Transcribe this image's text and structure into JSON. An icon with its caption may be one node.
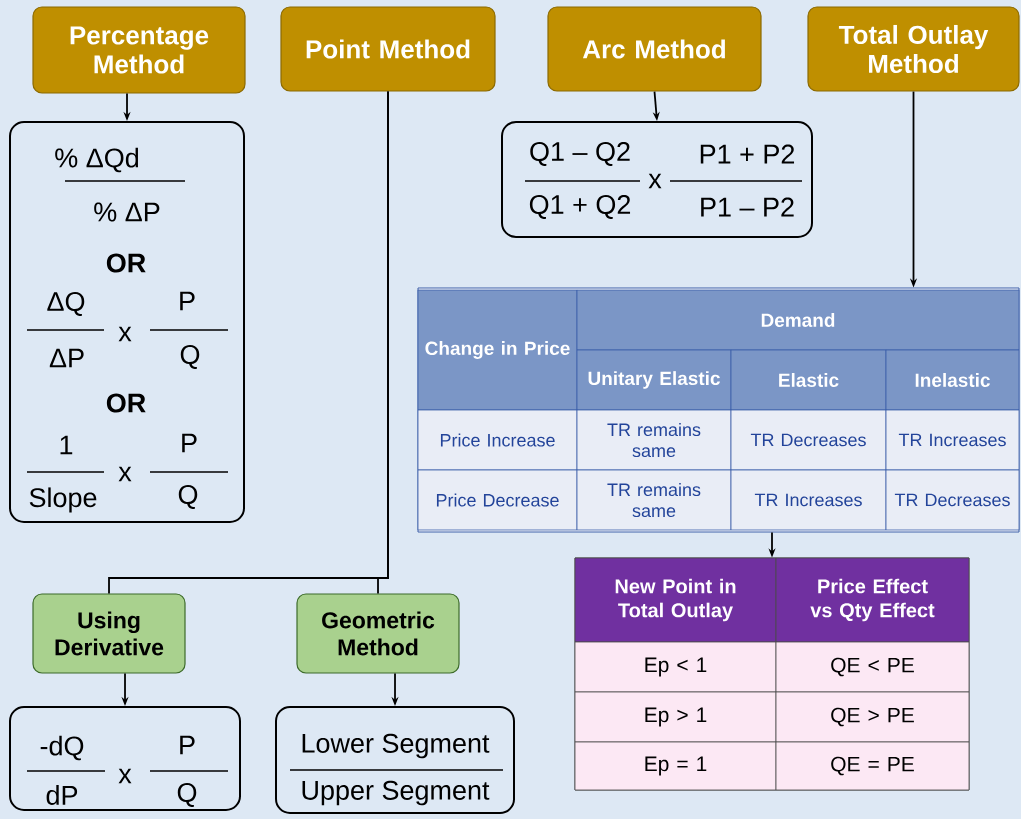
{
  "diagram": {
    "nodes": [
      {
        "text": [
          "Percentage Method"
        ]
      },
      {
        "text": [
          "Point Method"
        ]
      },
      {
        "text": [
          "Arc Method"
        ]
      },
      {
        "text": [
          "Total Outlay Method"
        ]
      },
      {
        "text": [
          "% ΔQd",
          "% ΔP",
          "OR",
          "ΔQ",
          "x",
          "P",
          "ΔP",
          "Q",
          "OR",
          "1",
          "x",
          "P",
          "Slope",
          "Q"
        ]
      },
      {
        "text": [
          "Q1 – Q2",
          "x",
          "P1 + P2",
          "Q1 + Q2",
          "P1 – P2"
        ]
      },
      {
        "text": [
          "Change in Price",
          "Demand",
          "Unitary Elastic",
          "Elastic",
          "Inelastic",
          "Price Increase",
          "TR remains same",
          "TR Decreases",
          "TR Increases",
          "Price Decrease",
          "TR remains same",
          "TR Increases",
          "TR Decreases"
        ]
      },
      {
        "text": [
          "New Point in Total Outlay",
          "Price Effect vs Qty Effect",
          "Ep < 1",
          "QE < PE",
          "Ep > 1",
          "QE > PE",
          "Ep = 1",
          "QE = PE"
        ]
      },
      {
        "text": [
          "Using Derivative"
        ]
      },
      {
        "text": [
          "Geometric Method"
        ]
      },
      {
        "text": [
          "-dQ",
          "x",
          "P",
          "dP",
          "Q"
        ]
      },
      {
        "text": [
          "Lower Segment",
          "Upper Segment"
        ]
      }
    ],
    "edges": [
      {
        "from": 0,
        "to": 4,
        "arrow": "to"
      },
      {
        "from": 2,
        "to": 5,
        "arrow": "to"
      },
      {
        "from": 3,
        "to": 6,
        "arrow": "to"
      },
      {
        "from": 6,
        "to": 7,
        "arrow": "to"
      },
      {
        "from": 1,
        "to": 8,
        "arrow": "none"
      },
      {
        "from": 1,
        "to": 9,
        "arrow": "none"
      },
      {
        "from": 8,
        "to": 10,
        "arrow": "to"
      },
      {
        "from": 9,
        "to": 11,
        "arrow": "to"
      }
    ]
  }
}
